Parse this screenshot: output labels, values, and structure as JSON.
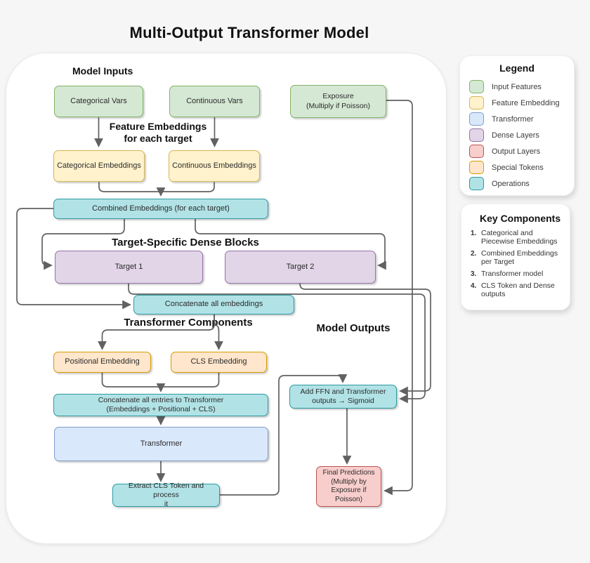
{
  "page": {
    "title": "Multi-Output Transformer Model"
  },
  "diagram": {
    "headings": {
      "model_inputs": "Model Inputs",
      "feature_embeddings": "Feature Embeddings\nfor each target",
      "dense_blocks": "Target-Specific Dense Blocks",
      "transformer_components": "Transformer Components",
      "model_outputs": "Model Outputs"
    },
    "nodes": {
      "categorical_vars": "Categorical Vars",
      "continuous_vars": "Continuous Vars",
      "exposure": "Exposure\n(Multiply if Poisson)",
      "categorical_embeddings": "Categorical Embeddings",
      "continuous_embeddings": "Continuous Embeddings",
      "combined_embeddings": "Combined Embeddings (for each target)",
      "target_1": "Target 1",
      "target_2": "Target 2",
      "concatenate_embeddings": "Concatenate all embeddings",
      "positional_embedding": "Positional Embedding",
      "cls_embedding": "CLS Embedding",
      "concatenate_entries": "Concatenate all entries to Transformer\n(Embeddings + Positional + CLS)",
      "transformer": "Transformer",
      "extract_cls": "Extract CLS Token and process\nit",
      "add_ffn": "Add FFN and Transformer\noutputs → Sigmoid",
      "final_predictions": "Final Predictions\n(Multiply by\nExposure if\nPoisson)"
    },
    "arrow_color": "#616161"
  },
  "legend": {
    "title": "Legend",
    "items": [
      {
        "label": "Input Features",
        "fill": "#d5e8d4",
        "stroke": "#82b366"
      },
      {
        "label": "Feature Embedding",
        "fill": "#fff2cc",
        "stroke": "#d6b656"
      },
      {
        "label": "Transformer",
        "fill": "#dae8fc",
        "stroke": "#7d9cc9"
      },
      {
        "label": "Dense Layers",
        "fill": "#e1d5e7",
        "stroke": "#9673a6"
      },
      {
        "label": "Output Layers",
        "fill": "#f8cecc",
        "stroke": "#b85450"
      },
      {
        "label": "Special Tokens",
        "fill": "#ffe6cc",
        "stroke": "#d79b00"
      },
      {
        "label": "Operations",
        "fill": "#b1e2e6",
        "stroke": "#2b9aa0"
      }
    ]
  },
  "key_components": {
    "title": "Key Components",
    "items": [
      {
        "num": "1.",
        "text": "Categorical and Piecewise Embeddings"
      },
      {
        "num": "2.",
        "text": "Combined Embeddings per Target"
      },
      {
        "num": "3.",
        "text": "Transformer model"
      },
      {
        "num": "4.",
        "text": "CLS Token and Dense outputs"
      }
    ]
  }
}
